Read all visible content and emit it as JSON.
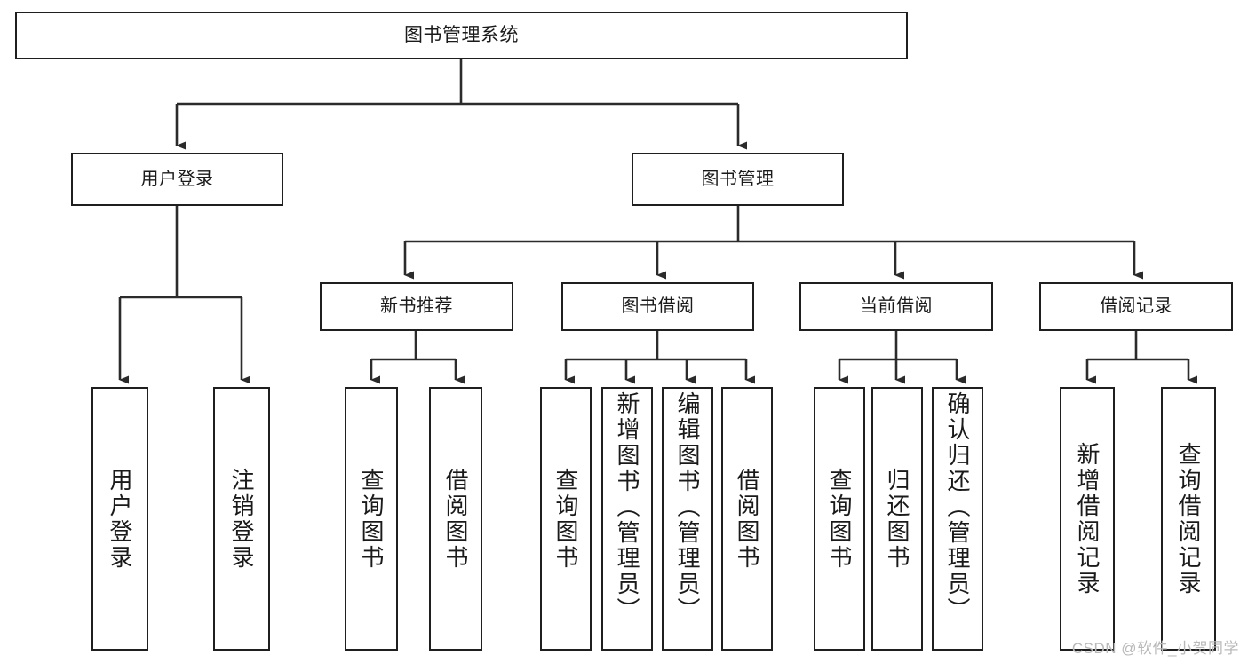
{
  "diagram": {
    "title": "图书管理系统",
    "type": "hierarchy-tree",
    "root": {
      "label": "图书管理系统"
    },
    "level2": [
      {
        "label": "用户登录"
      },
      {
        "label": "图书管理"
      }
    ],
    "level3": [
      {
        "label": "新书推荐"
      },
      {
        "label": "图书借阅"
      },
      {
        "label": "当前借阅"
      },
      {
        "label": "借阅记录"
      }
    ],
    "leaves": {
      "user_login": [
        {
          "label": "用户登录"
        },
        {
          "label": "注销登录"
        }
      ],
      "new_book_recommend": [
        {
          "label": "查询图书"
        },
        {
          "label": "借阅图书"
        }
      ],
      "book_borrow": [
        {
          "label": "查询图书"
        },
        {
          "label": "新增图书（管理员）"
        },
        {
          "label": "编辑图书（管理员）"
        },
        {
          "label": "借阅图书"
        }
      ],
      "current_borrow": [
        {
          "label": "查询图书"
        },
        {
          "label": "归还图书"
        },
        {
          "label": "确认归还（管理员）"
        }
      ],
      "borrow_record": [
        {
          "label": "新增借阅记录"
        },
        {
          "label": "查询借阅记录"
        }
      ]
    }
  },
  "watermark": {
    "text": "CSDN @软件_小贺同学"
  },
  "colors": {
    "stroke": "#1f1f1f",
    "background": "#ffffff",
    "text": "#1a1a1a",
    "watermark": "#b9b9b9"
  }
}
